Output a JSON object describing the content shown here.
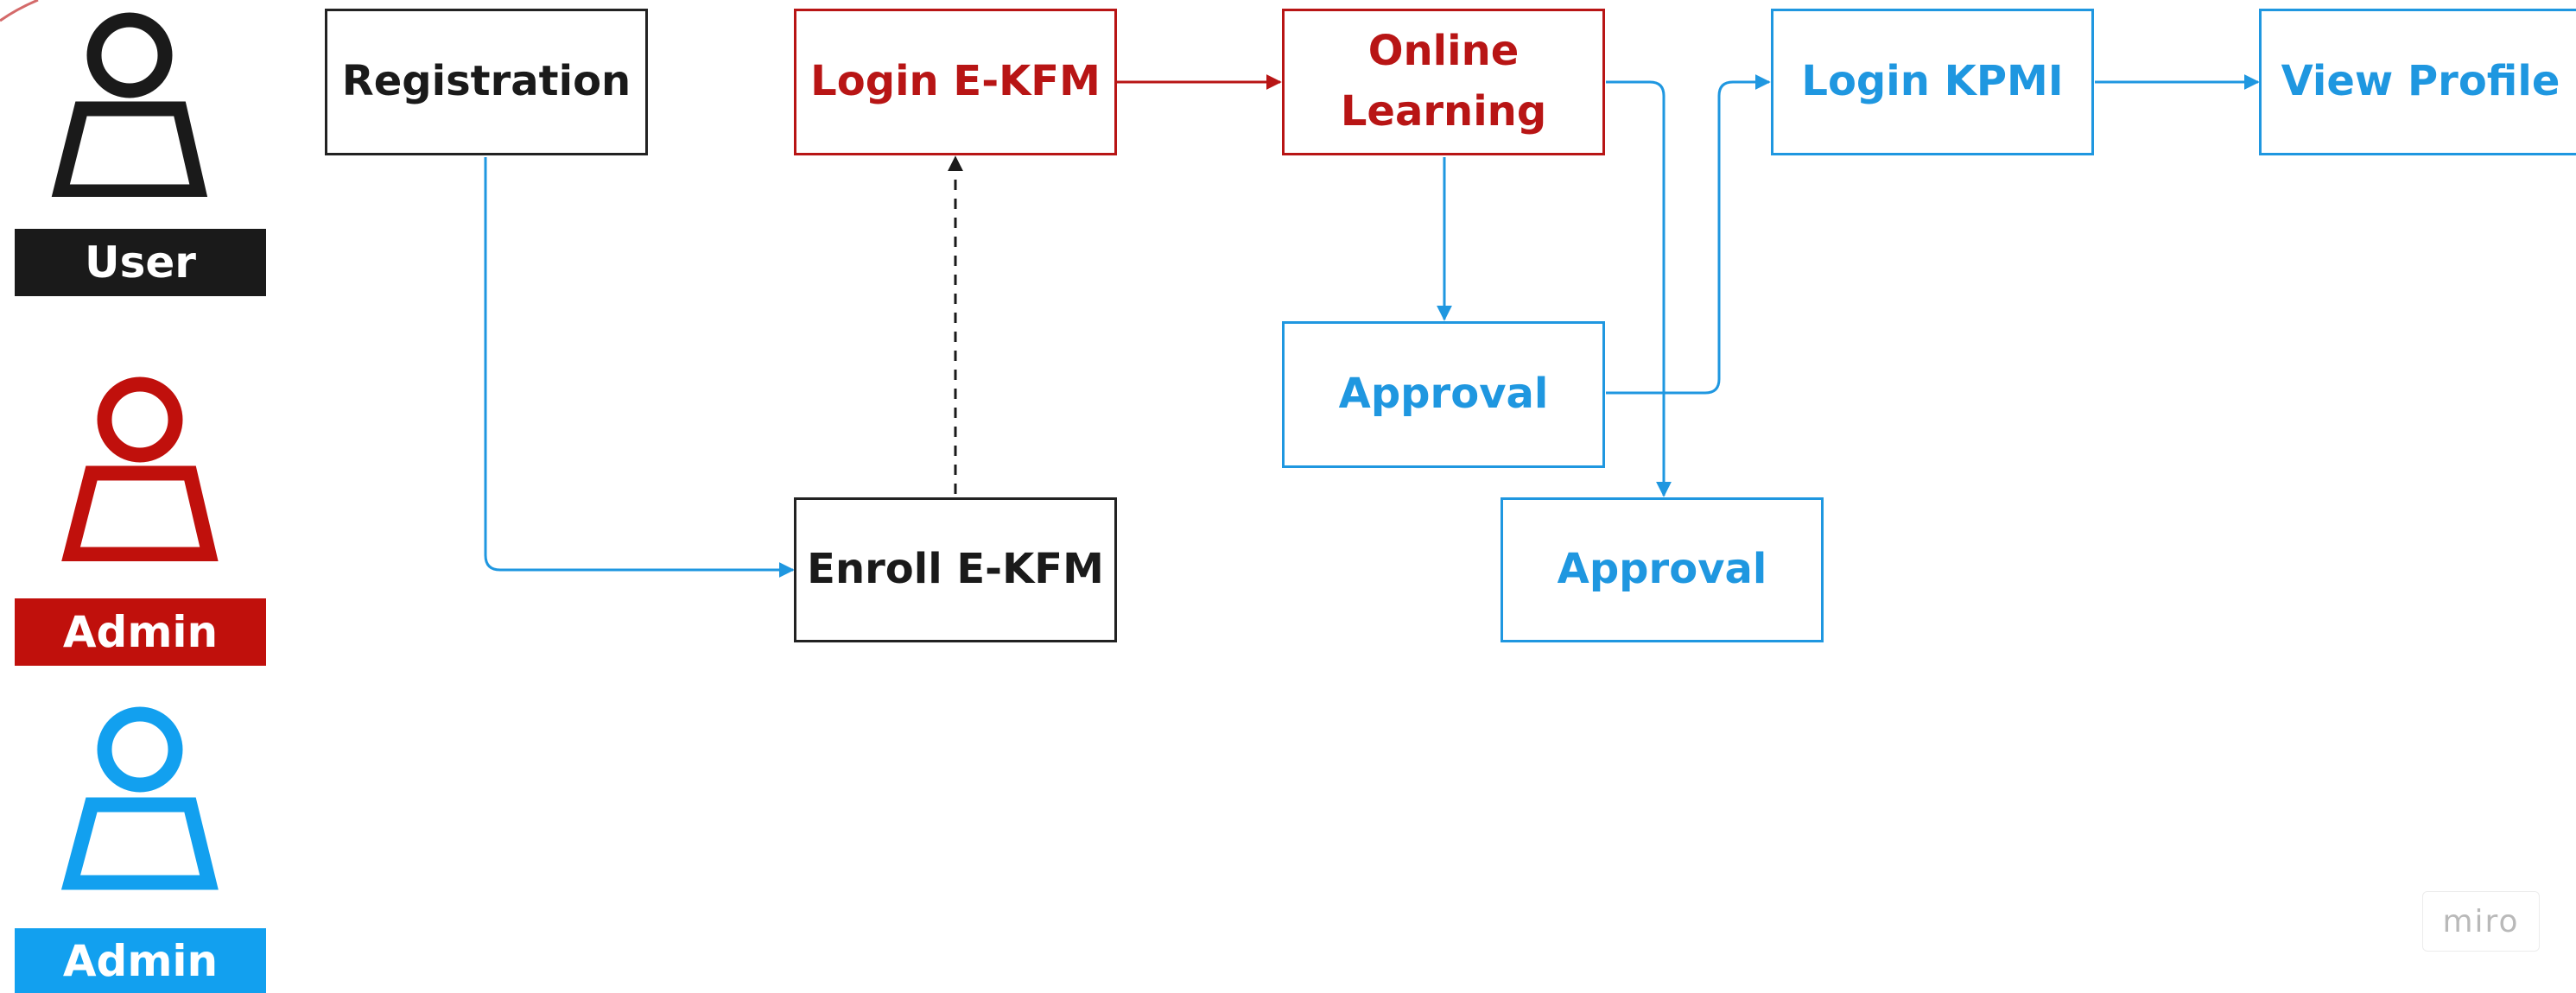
{
  "legend": [
    {
      "label": "User",
      "color": "#1a1a1a"
    },
    {
      "label": "Admin",
      "color": "#c0100c"
    },
    {
      "label": "Admin",
      "color": "#12a0ef"
    }
  ],
  "nodes": {
    "registration": "Registration",
    "login_ekfm": "Login E-KFM",
    "online_learning_line1": "Online",
    "online_learning_line2": "Learning",
    "login_kpmi": "Login KPMI",
    "view_profile": "View Profile",
    "approval_1": "Approval",
    "approval_2": "Approval",
    "enroll_ekfm": "Enroll E-KFM"
  },
  "colors": {
    "black": "#1a1a1a",
    "red": "#b81515",
    "blue": "#1f97e0"
  },
  "watermark": "miro"
}
